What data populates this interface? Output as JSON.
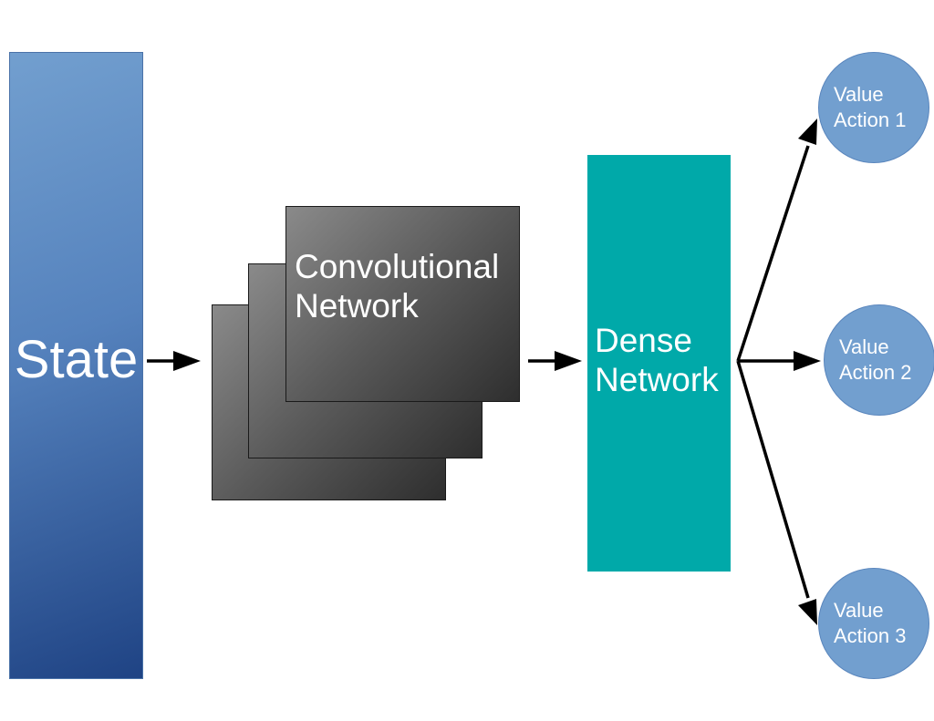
{
  "state": {
    "label": "State"
  },
  "conv": {
    "line1": "Convolutional",
    "line2": "Network"
  },
  "dense": {
    "line1": "Dense",
    "line2": "Network"
  },
  "outputs": [
    {
      "line1": "Value",
      "line2": "Action 1"
    },
    {
      "line1": "Value",
      "line2": "Action 2"
    },
    {
      "line1": "Value",
      "line2": "Action 3"
    }
  ],
  "colors": {
    "state": "#5582bd",
    "conv": "#5a5a5a",
    "dense": "#00a9a9",
    "value_node": "#729fcf",
    "arrow": "#000000"
  }
}
